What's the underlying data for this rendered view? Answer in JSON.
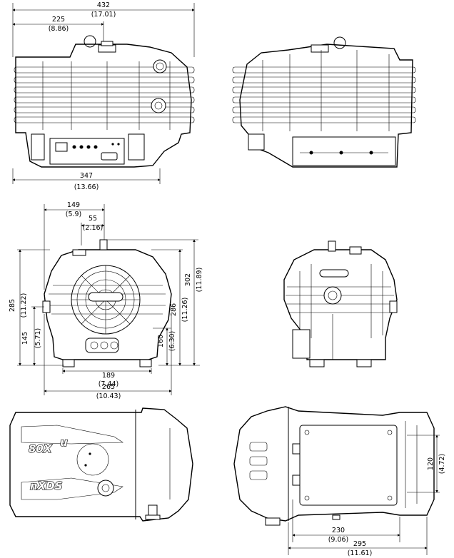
{
  "views": {
    "side_left": {
      "dims": [
        {
          "key": "overall_width",
          "mm": "432",
          "in": "(17.01)"
        },
        {
          "key": "inlet_offset",
          "mm": "225",
          "in": "(8.86)"
        },
        {
          "key": "foot_span",
          "mm": "347",
          "in": "(13.66)"
        }
      ]
    },
    "front": {
      "dims": [
        {
          "key": "inlet_from_left",
          "mm": "149",
          "in": "(5.9)"
        },
        {
          "key": "inlet_offset_small",
          "mm": "55",
          "in": "(2.16)"
        },
        {
          "key": "total_height",
          "mm": "302",
          "in": "(11.89)"
        },
        {
          "key": "height_to_port",
          "mm": "286",
          "in": "(11.26)"
        },
        {
          "key": "side_height",
          "mm": "285",
          "in": "(11.22)"
        },
        {
          "key": "port_height",
          "mm": "160",
          "in": "(6.30)"
        },
        {
          "key": "base_to_centre",
          "mm": "145",
          "in": "(5.71)"
        },
        {
          "key": "foot_width",
          "mm": "189",
          "in": "(7.44)"
        },
        {
          "key": "overall_width",
          "mm": "265",
          "in": "(10.43)"
        }
      ]
    },
    "bottom": {
      "dims": [
        {
          "key": "mount_spacing",
          "mm": "120",
          "in": "(4.72)"
        },
        {
          "key": "mount_span",
          "mm": "230",
          "in": "(9.06)"
        },
        {
          "key": "overall_depth",
          "mm": "295",
          "in": "(11.61)"
        }
      ]
    },
    "top": {
      "logo_text_1": "nXDS",
      "logo_text_2": "80X",
      "logo_text_3": "u"
    }
  }
}
